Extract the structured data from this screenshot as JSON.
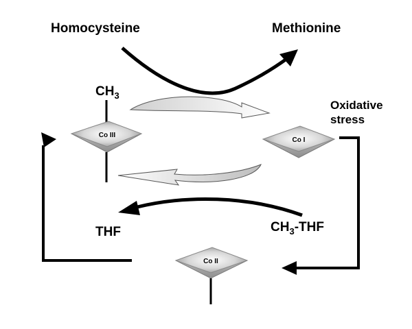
{
  "labels": {
    "homocysteine": "Homocysteine",
    "methionine": "Methionine",
    "ch3": "CH",
    "ch3_sub": "3",
    "oxidative_line1": "Oxidative",
    "oxidative_line2": "stress",
    "thf": "THF",
    "ch3thf_prefix": "CH",
    "ch3thf_sub": "3",
    "ch3thf_suffix": "-THF"
  },
  "cobalt": {
    "co3": "Co III",
    "co1": "Co I",
    "co2": "Co II"
  },
  "colors": {
    "text": "#000000",
    "arrow": "#000000",
    "cycle_arrow_fill": "#c8c8c8",
    "cycle_arrow_stroke": "#555555",
    "diamond_top_light": "#ffffff",
    "diamond_top_dark": "#8a8a8a",
    "diamond_side": "#a5a5a5"
  },
  "icons": {
    "co3": "cobalt-diamond-icon",
    "co1": "cobalt-diamond-icon",
    "co2": "cobalt-diamond-icon"
  }
}
